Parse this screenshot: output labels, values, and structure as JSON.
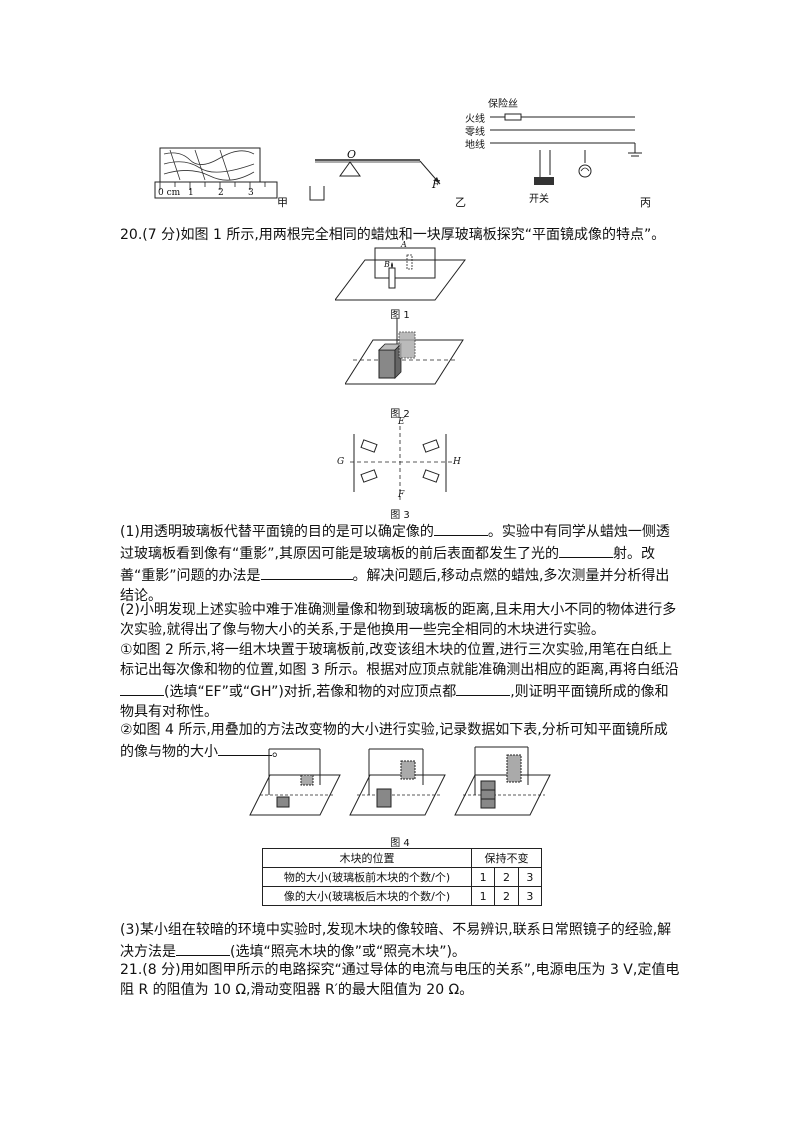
{
  "top_figures": {
    "jia": {
      "label": "甲",
      "ruler_ticks": [
        "0 cm",
        "1",
        "2",
        "3"
      ]
    },
    "yi": {
      "label": "乙",
      "pivot": "O",
      "force": "F"
    },
    "bing": {
      "label": "丙",
      "fuse": "保险丝",
      "live": "火线",
      "neutral": "零线",
      "ground": "地线",
      "switch": "开关"
    }
  },
  "q20": {
    "intro": "20.(7 分)如图 1 所示,用两根完全相同的蜡烛和一块厚玻璃板探究“平面镜成像的特点”。",
    "fig1": {
      "caption": "图 1",
      "label_a": "A",
      "label_b": "B"
    },
    "fig2": {
      "caption": "图 2"
    },
    "fig3": {
      "caption": "图 3",
      "e": "E",
      "f": "F",
      "g": "G",
      "h": "H"
    },
    "p1_a": "(1)用透明玻璃板代替平面镜的目的是可以确定像的",
    "p1_b": "。实验中有同学从蜡烛一侧透过玻璃板看到像有“重影”,其原因可能是玻璃板的前后表面都发生了光的",
    "p1_c": "射。改善“重影”问题的办法是",
    "p1_d": "。解决问题后,移动点燃的蜡烛,多次测量并分析得出结论。",
    "p2": "(2)小明发现上述实验中难于准确测量像和物到玻璃板的距离,且未用大小不同的物体进行多次实验,就得出了像与物大小的关系,于是他换用一些完全相同的木块进行实验。",
    "p3_a": "①如图 2 所示,将一组木块置于玻璃板前,改变该组木块的位置,进行三次实验,用笔在白纸上标记出每次像和物的位置,如图 3 所示。根据对应顶点就能准确测出相应的距离,再将白纸沿",
    "p3_b": "(选填“EF”或“GH”)对折,若像和物的对应顶点都",
    "p3_c": ",则证明平面镜所成的像和物具有对称性。",
    "p4_a": "②如图 4 所示,用叠加的方法改变物的大小进行实验,记录数据如下表,分析可知平面镜所成的像与物的大小",
    "p4_b": "。",
    "fig4": {
      "caption": "图 4"
    },
    "table": {
      "header": [
        "木块的位置",
        "保持不变"
      ],
      "rows": [
        {
          "label": "物的大小(玻璃板前木块的个数/个)",
          "values": [
            "1",
            "2",
            "3"
          ]
        },
        {
          "label": "像的大小(玻璃板后木块的个数/个)",
          "values": [
            "1",
            "2",
            "3"
          ]
        }
      ]
    },
    "p5_a": "(3)某小组在较暗的环境中实验时,发现木块的像较暗、不易辨识,联系日常照镜子的经验,解决方法是",
    "p5_b": "(选填“照亮木块的像”或“照亮木块”)。"
  },
  "q21": {
    "text": "21.(8 分)用如图甲所示的电路探究“通过导体的电流与电压的关系”,电源电压为 3 V,定值电阻 R 的阻值为 10 Ω,滑动变阻器 R′的最大阻值为 20 Ω。"
  }
}
